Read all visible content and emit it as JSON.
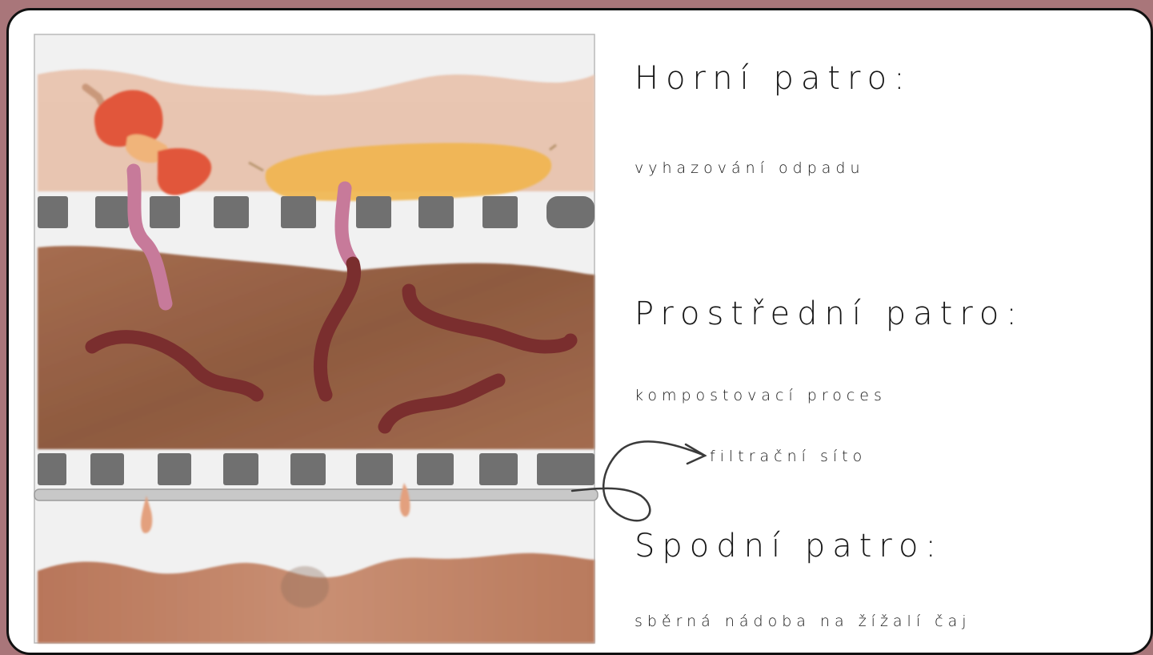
{
  "sections": {
    "top": {
      "title": "Horní patro:",
      "description": "vyhazování odpadu"
    },
    "middle": {
      "title": "Prostřední patro:",
      "description": "kompostovací proces"
    },
    "filter": {
      "label": "filtrační síto"
    },
    "bottom": {
      "title": "Spodní patro:",
      "description": "sběrná nádoba na žížalí čaj"
    }
  },
  "colors": {
    "page_background": "#a9767a",
    "card_background": "#ffffff",
    "top_soil": "#e9c3b0",
    "middle_soil": "#9a6447",
    "bottom_soil": "#c2856a",
    "grate": "#707070",
    "worm": "#7a2e2e",
    "worm_pink": "#c77a9a",
    "apple_core": "#e0553a",
    "banana_peel": "#f0b44a"
  }
}
